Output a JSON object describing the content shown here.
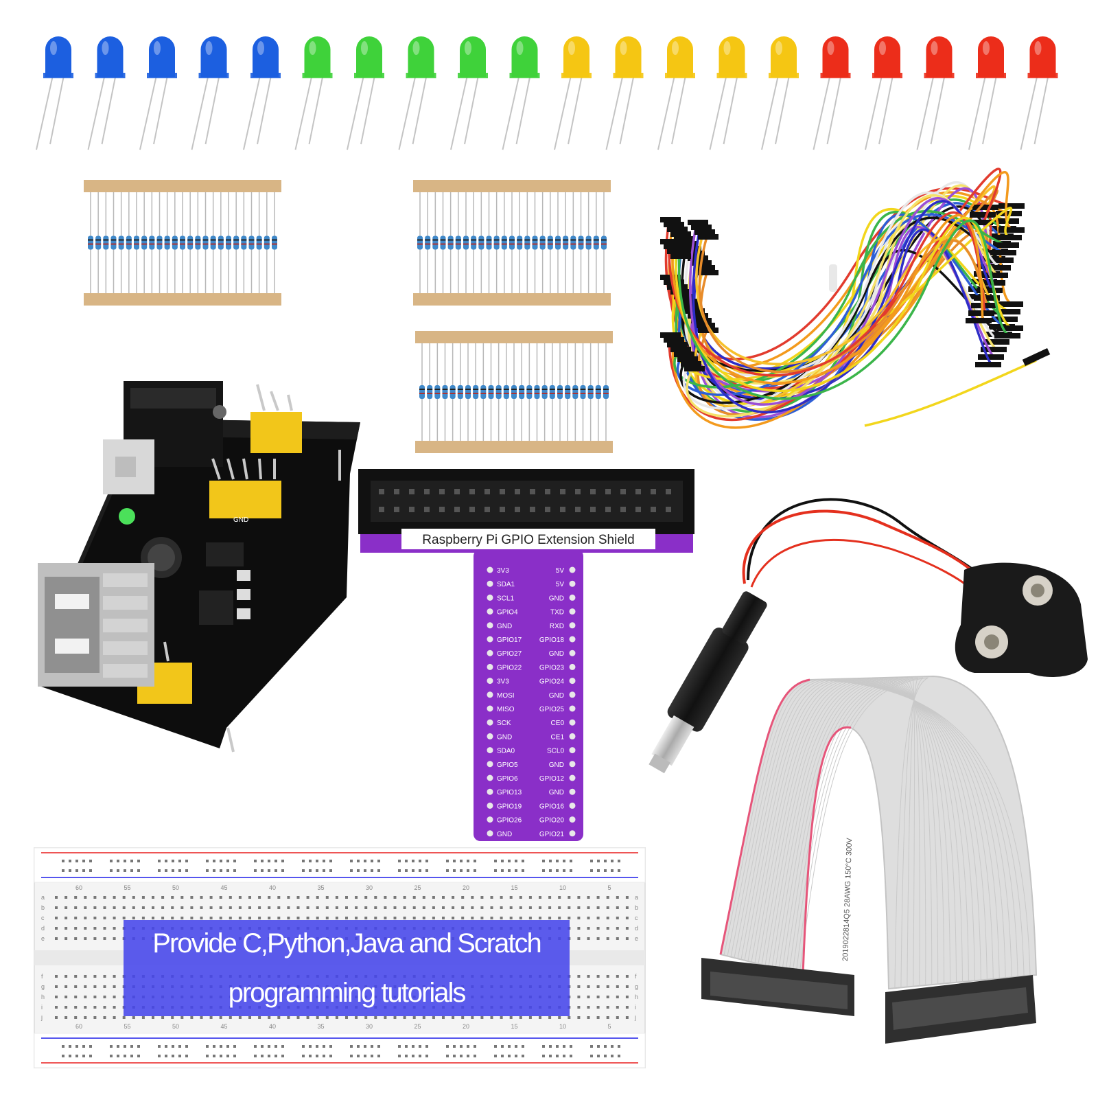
{
  "led_colors": {
    "blue": "#1c5fe0",
    "green": "#3fd23a",
    "yellow": "#f5c613",
    "red": "#ec2d1a"
  },
  "led_groups": [
    "blue",
    "green",
    "yellow",
    "red"
  ],
  "shield": {
    "title": "Raspberry Pi GPIO Extension Shield",
    "color": "#8a2fc8",
    "left_pins": [
      "3V3",
      "SDA1",
      "SCL1",
      "GPIO4",
      "GND",
      "GPIO17",
      "GPIO27",
      "GPIO22",
      "3V3",
      "MOSI",
      "MISO",
      "SCK",
      "GND",
      "SDA0",
      "GPIO5",
      "GPIO6",
      "GPIO13",
      "GPIO19",
      "GPIO26",
      "GND"
    ],
    "right_pins": [
      "5V",
      "5V",
      "GND",
      "TXD",
      "RXD",
      "GPIO18",
      "GND",
      "GPIO23",
      "GPIO24",
      "GND",
      "GPIO25",
      "CE0",
      "CE1",
      "SCL0",
      "GND",
      "GPIO12",
      "GND",
      "GPIO16",
      "GPIO20",
      "GPIO21"
    ]
  },
  "power_module": {
    "gnd_label": "GND"
  },
  "breadboard": {
    "column_numbers_top": [
      "60",
      "55",
      "50",
      "45",
      "40",
      "35",
      "30",
      "25",
      "20",
      "15",
      "10",
      "5"
    ],
    "column_numbers_bottom": [
      "60",
      "55",
      "50",
      "45",
      "40",
      "35",
      "30",
      "25",
      "20",
      "15",
      "10",
      "5"
    ],
    "row_letters_top": [
      "a",
      "b",
      "c",
      "d",
      "e"
    ],
    "row_letters_bottom": [
      "f",
      "g",
      "h",
      "i",
      "j"
    ]
  },
  "ribbon_cable": {
    "print": "2019022814Q5 28AWG 150°C 300V"
  },
  "banner": {
    "line1": "Provide C,Python,Java and Scratch",
    "line2": "programming tutorials"
  }
}
